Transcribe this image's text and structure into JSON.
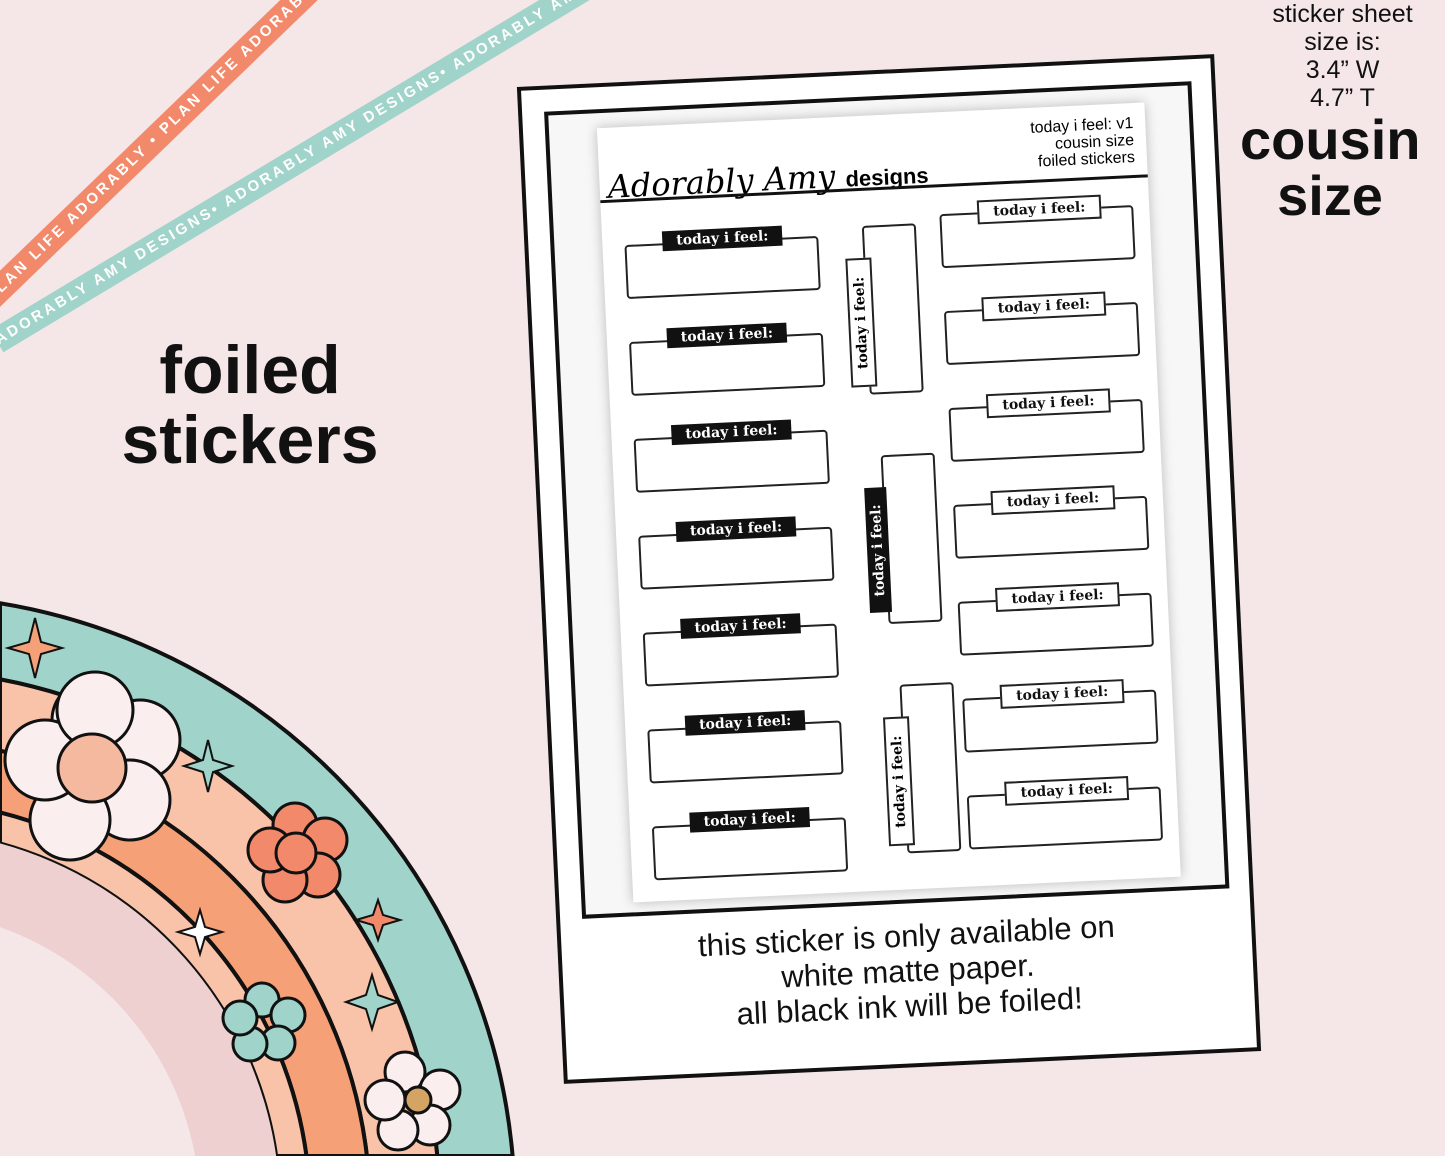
{
  "ribbons": {
    "top": "PLAN LIFE ADORABLY • PLAN LIFE ADORABLY • PLAN LIFE ADORABLY",
    "bottom": "ADORABLY AMY DESIGNS• ADORABLY AMY DESIGNS• ADORABLY AMY DESIGNS"
  },
  "headline": {
    "line1": "foiled",
    "line2": "stickers"
  },
  "size_info": {
    "line1": "sticker sheet",
    "line2": "size is:",
    "line3": "3.4” W",
    "line4": "4.7” T",
    "size_name_1": "cousin",
    "size_name_2": "size"
  },
  "sheet": {
    "brand_script": "Adorably Amy",
    "brand_word": "designs",
    "title": "today i feel: v1",
    "subtitle1": "cousin size",
    "subtitle2": "foiled stickers",
    "sticker_label": "today i feel:"
  },
  "notice": {
    "line1": "this sticker is only available on",
    "line2": "white matte paper.",
    "line3": "all black ink will be foiled!"
  },
  "colors": {
    "background": "#f5e6e7",
    "coral": "#f2896a",
    "teal": "#a0d3c9",
    "peach": "#f8c3a8",
    "orange": "#f5a077",
    "pink": "#efd0d0"
  }
}
